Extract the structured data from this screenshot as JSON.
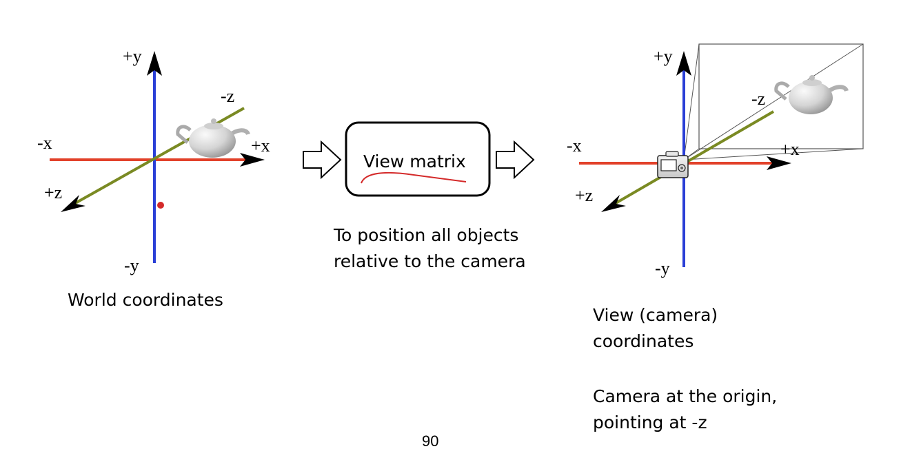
{
  "world": {
    "axis_labels": {
      "py": "+y",
      "ny": "-y",
      "px": "+x",
      "nx": "-x",
      "pz": "+z",
      "nz": "-z"
    },
    "caption": "World coordinates"
  },
  "transform": {
    "box_label": "View matrix",
    "caption_line1": "To position all objects",
    "caption_line2": "relative to the camera"
  },
  "view": {
    "axis_labels": {
      "py": "+y",
      "ny": "-y",
      "px": "+x",
      "nx": "-x",
      "pz": "+z",
      "nz": "-z"
    },
    "caption_line1": "View (camera)",
    "caption_line2": "coordinates",
    "note_line1": "Camera at the origin,",
    "note_line2": "pointing at -z"
  },
  "slide_number": "90",
  "colors": {
    "x_axis": "#e2412a",
    "y_axis": "#2a3fd6",
    "z_axis": "#7a8a23",
    "annotation": "#d42a2a"
  },
  "icons": [
    "teapot-icon",
    "camera-icon",
    "outline-arrow-icon"
  ]
}
